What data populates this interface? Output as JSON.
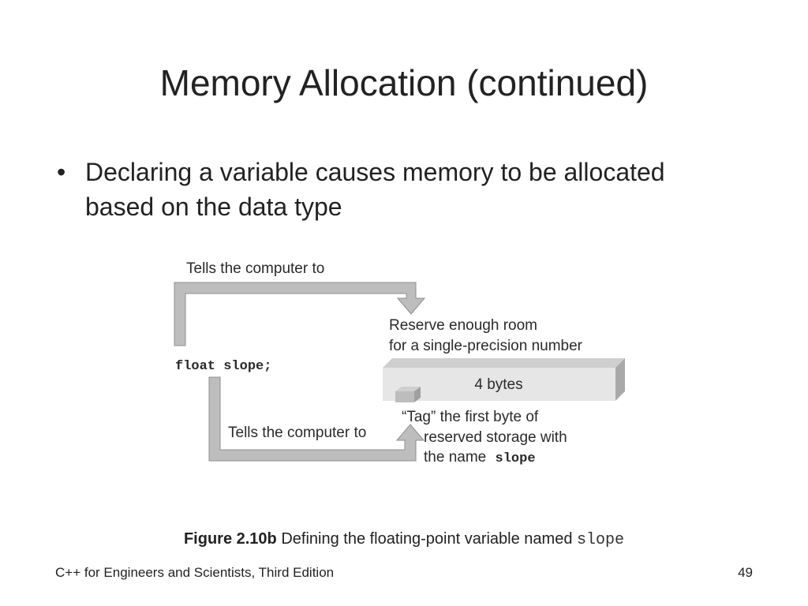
{
  "slide": {
    "title": "Memory Allocation (continued)",
    "bullets": [
      {
        "text": "Declaring a variable causes memory to be allocated based on the data type"
      }
    ]
  },
  "diagram": {
    "top_label": "Tells the computer to",
    "reserve_line1": "Reserve enough room",
    "reserve_line2": "for a single-precision number",
    "code": "float slope;",
    "box_label": "4 bytes",
    "bottom_label": "Tells the computer to",
    "tag_line1": "“Tag” the first byte of",
    "tag_line2": "reserved storage with",
    "tag_line3_prefix": "the name",
    "tag_line3_code": "slope"
  },
  "caption": {
    "label": "Figure 2.10b",
    "text": "Defining the floating-point variable named",
    "code": "slope"
  },
  "footer": {
    "left": "C++ for Engineers and Scientists, Third Edition",
    "page_number": "49"
  },
  "colors": {
    "arrow_fill": "#bdbdbd",
    "arrow_edge": "#8f8f8f",
    "box_front": "#e6e6e6",
    "box_top": "#cfcfcf",
    "box_side": "#a9a9a9"
  }
}
